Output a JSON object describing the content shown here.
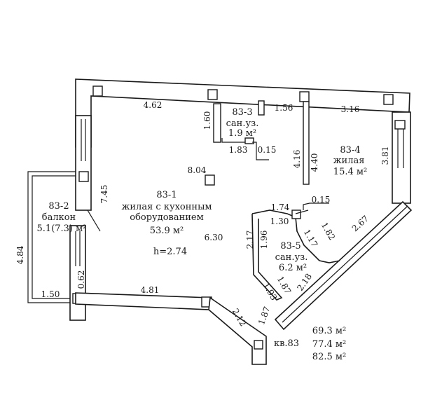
{
  "rooms": {
    "living": {
      "id": "83-1",
      "name_line1": "жилая с кухонным",
      "name_line2": "оборудованием",
      "area": "53.9 м²",
      "height": "h=2.74"
    },
    "balcony": {
      "id": "83-2",
      "name": "балкон",
      "area": "5.1(7.3) м²"
    },
    "bath_small": {
      "id": "83-3",
      "name": "сан.уз.",
      "area": "1.9 м²"
    },
    "bedroom": {
      "id": "83-4",
      "name": "жилая",
      "area": "15.4 м²"
    },
    "bath_large": {
      "id": "83-5",
      "name": "сан.уз.",
      "area": "6.2 м²"
    }
  },
  "dimensions": {
    "d462": "4.62",
    "d160": "1.60",
    "d156": "1.56",
    "d316": "3.16",
    "d183": "1.83",
    "d015a": "0.15",
    "d416": "4.16",
    "d440": "4.40",
    "d381": "3.81",
    "d804": "8.04",
    "d745": "7.45",
    "d630": "6.30",
    "d174": "1.74",
    "d015b": "0.15",
    "d130": "1.30",
    "d182": "1.82",
    "d267": "2.67",
    "d217": "2.17",
    "d196": "1.96",
    "d117": "1.17",
    "d187a": "1.87",
    "d193": "1.93",
    "d218": "2.18",
    "d484": "4.84",
    "d062": "0.62",
    "d150": "1.50",
    "d481": "4.81",
    "d212": "2.12",
    "d187b": "1.87"
  },
  "apartment": {
    "name": "кв.83",
    "area1": "69.3 м²",
    "area2": "77.4 м²",
    "area3": "82.5 м²"
  }
}
